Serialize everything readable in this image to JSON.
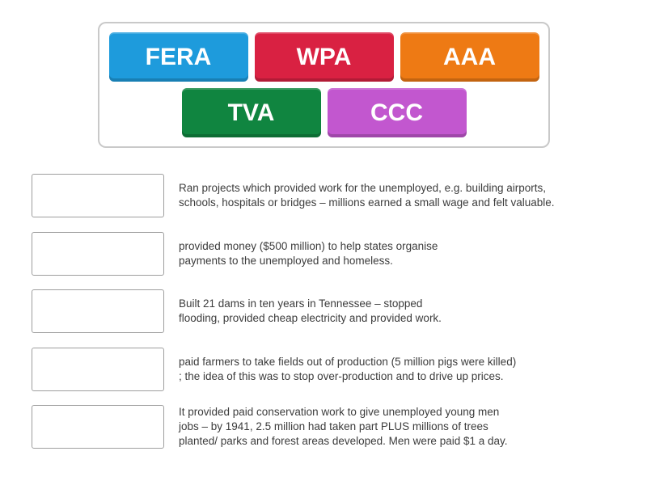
{
  "activity": {
    "type_label": "match-up",
    "background_color": "#ffffff",
    "bank_border_color": "#c9c9c9",
    "slot_border_color": "#9e9e9e",
    "text_color": "#3c3c3c"
  },
  "word_bank": {
    "layout_rows": [
      3,
      2
    ],
    "tiles": [
      {
        "id": "fera",
        "label": "FERA",
        "color": "#1e9bdc"
      },
      {
        "id": "wpa",
        "label": "WPA",
        "color": "#d92142"
      },
      {
        "id": "aaa",
        "label": "AAA",
        "color": "#ee7a14"
      },
      {
        "id": "tva",
        "label": "TVA",
        "color": "#108540"
      },
      {
        "id": "ccc",
        "label": "CCC",
        "color": "#c257cf"
      }
    ]
  },
  "questions": [
    {
      "description": "Ran projects which provided work for the unemployed, e.g. building airports,\nschools, hospitals or bridges – millions earned a small wage and felt valuable."
    },
    {
      "description": "provided money ($500 million) to help states organise\npayments to the unemployed and homeless."
    },
    {
      "description": "Built 21 dams in ten years in Tennessee – stopped\nflooding, provided cheap electricity and provided work."
    },
    {
      "description": "paid farmers to take fields out of production (5 million pigs were killed)\n; the idea of this was to stop over-production and to drive up prices."
    },
    {
      "description": "It provided paid conservation work to give unemployed young men\njobs – by 1941, 2.5 million had taken part PLUS millions of trees\nplanted/ parks and forest areas developed. Men were paid $1 a day."
    }
  ]
}
